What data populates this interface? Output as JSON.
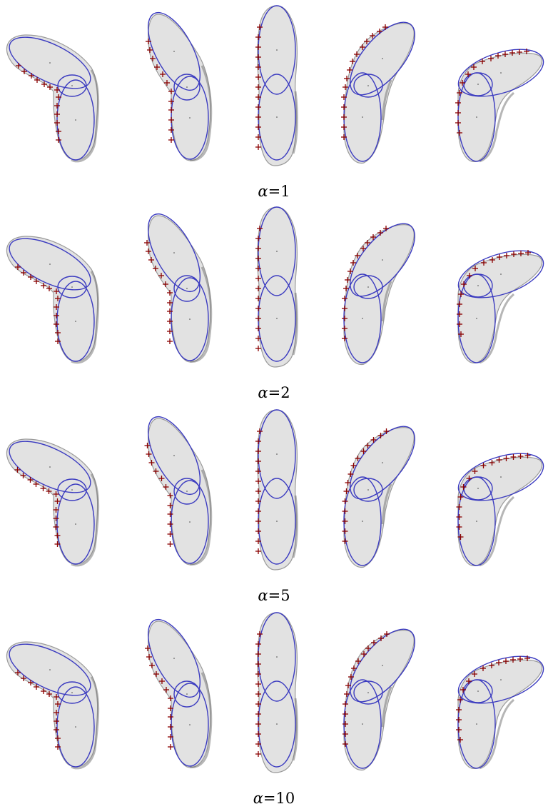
{
  "figure": {
    "rows": [
      {
        "label": "α=1",
        "alpha": "α",
        "value": "=1"
      },
      {
        "label": "α=2",
        "alpha": "α",
        "value": "=2"
      },
      {
        "label": "α=5",
        "alpha": "α",
        "value": "=5"
      },
      {
        "label": "α=10",
        "alpha": "α",
        "value": "=10"
      }
    ],
    "panels_per_row": 5,
    "colors": {
      "ellipse": "#3b3bc0",
      "marker": "#8a0000",
      "shape_fill": "#e2e2e2",
      "shadow": "#7a7a7a"
    }
  }
}
